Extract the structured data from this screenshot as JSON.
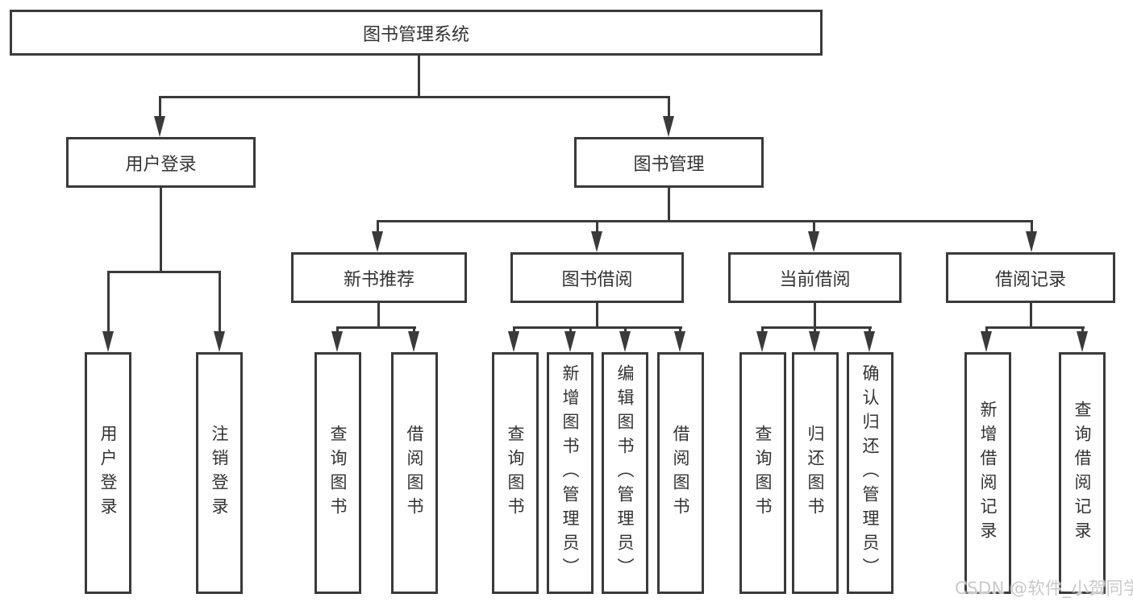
{
  "tree": {
    "root": "图书管理系统",
    "level2": [
      "用户登录",
      "图书管理"
    ],
    "level3": [
      "新书推荐",
      "图书借阅",
      "当前借阅",
      "借阅记录"
    ],
    "leaves": {
      "user_login": [
        "用户登录",
        "注销登录"
      ],
      "new_book": [
        "查询图书",
        "借阅图书"
      ],
      "book_borrow": [
        "查询图书",
        "新增图书（管理员）",
        "编辑图书（管理员）",
        "借阅图书"
      ],
      "current_borrow": [
        "查询图书",
        "归还图书",
        "确认归还（管理员）"
      ],
      "borrow_records": [
        "新增借阅记录",
        "查询借阅记录"
      ]
    }
  },
  "watermark": "CSDN @软件_小贺同学",
  "colors": {
    "line": "#3a3a3a",
    "text": "#333333",
    "box_fill": "#ffffff",
    "background": "#ffffff",
    "watermark": "#c9c9c9"
  }
}
